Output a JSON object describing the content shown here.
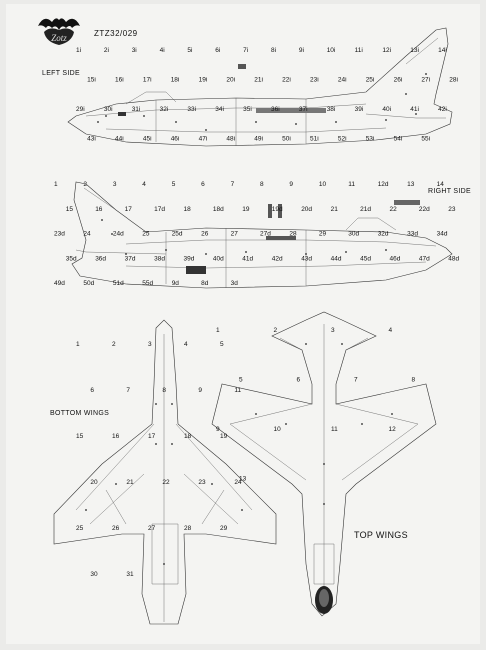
{
  "header": {
    "code": "ZTZ32/029"
  },
  "labels": {
    "left_side": "LEFT SIDE",
    "right_side": "RIGHT SIDE",
    "bottom_wings": "BOTTOM WINGS",
    "top_wings": "TOP WINGS"
  },
  "callouts": {
    "left_side": [
      "1i",
      "2i",
      "3i",
      "4i",
      "5i",
      "6i",
      "7i",
      "8i",
      "9i",
      "10i",
      "11i",
      "12i",
      "13i",
      "14i",
      "15i",
      "16i",
      "17i",
      "18i",
      "19i",
      "20i",
      "21i",
      "22i",
      "23i",
      "24i",
      "25i",
      "26i",
      "27i",
      "28i",
      "29i",
      "30i",
      "31i",
      "32i",
      "33i",
      "34i",
      "35i",
      "36i",
      "37i",
      "38i",
      "39i",
      "40i",
      "41i",
      "42i",
      "43i",
      "44i",
      "45i",
      "46i",
      "47i",
      "48i",
      "49i",
      "50i",
      "51i",
      "52i",
      "53i",
      "54i",
      "55i"
    ],
    "right_side": [
      "1",
      "2",
      "3",
      "4",
      "5",
      "6",
      "7",
      "8",
      "9",
      "10",
      "11",
      "12d",
      "13",
      "14",
      "15",
      "16",
      "17",
      "17d",
      "18",
      "18d",
      "19",
      "19d",
      "20d",
      "21",
      "21d",
      "22",
      "22d",
      "23",
      "23d",
      "24",
      "24d",
      "25",
      "25d",
      "26",
      "27",
      "27d",
      "28",
      "29",
      "30d",
      "32d",
      "33d",
      "34d",
      "35d",
      "36d",
      "37d",
      "38d",
      "39d",
      "40d",
      "41d",
      "42d",
      "43d",
      "44d",
      "45d",
      "46d",
      "47d",
      "48d",
      "49d",
      "50d",
      "51d",
      "55d",
      "9d",
      "8d",
      "3d"
    ],
    "bottom_wings": [
      "1",
      "2",
      "3",
      "4",
      "5",
      "6",
      "7",
      "8",
      "9",
      "11",
      "15",
      "16",
      "17",
      "18",
      "19",
      "20",
      "21",
      "22",
      "23",
      "24",
      "25",
      "26",
      "27",
      "28",
      "29",
      "30",
      "31"
    ],
    "top_wings": [
      "1",
      "2",
      "3",
      "4",
      "5",
      "6",
      "7",
      "8",
      "9",
      "10",
      "11",
      "12",
      "13"
    ]
  }
}
